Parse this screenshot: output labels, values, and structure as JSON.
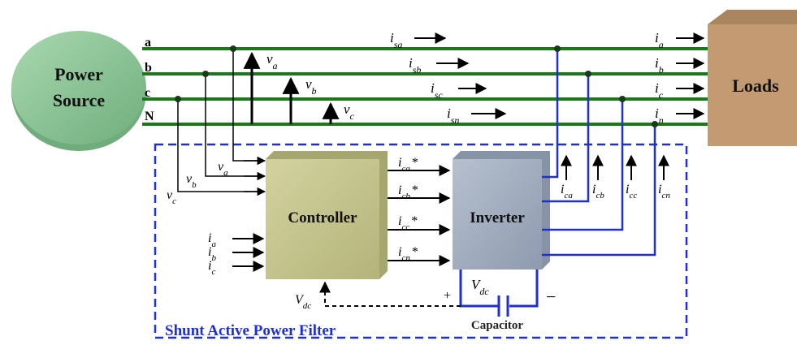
{
  "source": {
    "line1": "Power",
    "line2": "Source"
  },
  "loads": {
    "label": "Loads"
  },
  "phases": {
    "a": "a",
    "b": "b",
    "c": "c",
    "n": "N"
  },
  "voltages": {
    "va": "v",
    "va_sub": "a",
    "vb": "v",
    "vb_sub": "b",
    "vc": "v",
    "vc_sub": "c"
  },
  "source_currents": {
    "isa": "i",
    "isa_sub": "sa",
    "isb": "i",
    "isb_sub": "sb",
    "isc": "i",
    "isc_sub": "sc",
    "isn": "i",
    "isn_sub": "sn"
  },
  "load_currents": {
    "ia": "i",
    "ia_sub": "a",
    "ib": "i",
    "ib_sub": "b",
    "ic": "i",
    "ic_sub": "c",
    "in": "i",
    "in_sub": "n"
  },
  "comp_currents": {
    "ica": "i",
    "ica_sub": "ca",
    "icb": "i",
    "icb_sub": "cb",
    "icc": "i",
    "icc_sub": "cc",
    "icn": "i",
    "icn_sub": "cn"
  },
  "controller": {
    "label": "Controller",
    "in_va": "v",
    "in_va_sub": "a",
    "in_vb": "v",
    "in_vb_sub": "b",
    "in_vc": "v",
    "in_vc_sub": "c",
    "in_ia": "i",
    "in_ia_sub": "a",
    "in_ib": "i",
    "in_ib_sub": "b",
    "in_ic": "i",
    "in_ic_sub": "c",
    "vdc": "V",
    "vdc_sub": "dc"
  },
  "refs": {
    "ica": "i",
    "ica_sub": "ca",
    "ica_star": "*",
    "icb": "i",
    "icb_sub": "cb",
    "icb_star": "*",
    "icc": "i",
    "icc_sub": "cc",
    "icc_star": "*",
    "icn": "i",
    "icn_sub": "cn",
    "icn_star": "*"
  },
  "inverter": {
    "label": "Inverter"
  },
  "dc_link": {
    "vdc": "V",
    "vdc_sub": "dc",
    "plus": "+",
    "minus": "−",
    "capacitor": "Capacitor"
  },
  "filter": {
    "label": "Shunt Active Power Filter"
  },
  "colors": {
    "line_green": "#1a7a1a",
    "blue": "#1f2fd6",
    "source_fill": "#8fc89a",
    "loads_fill": "#c39a72",
    "controller_fill": "#c3c38c",
    "inverter_fill": "#a3afc0",
    "dashed_border": "#1f2fd6"
  }
}
